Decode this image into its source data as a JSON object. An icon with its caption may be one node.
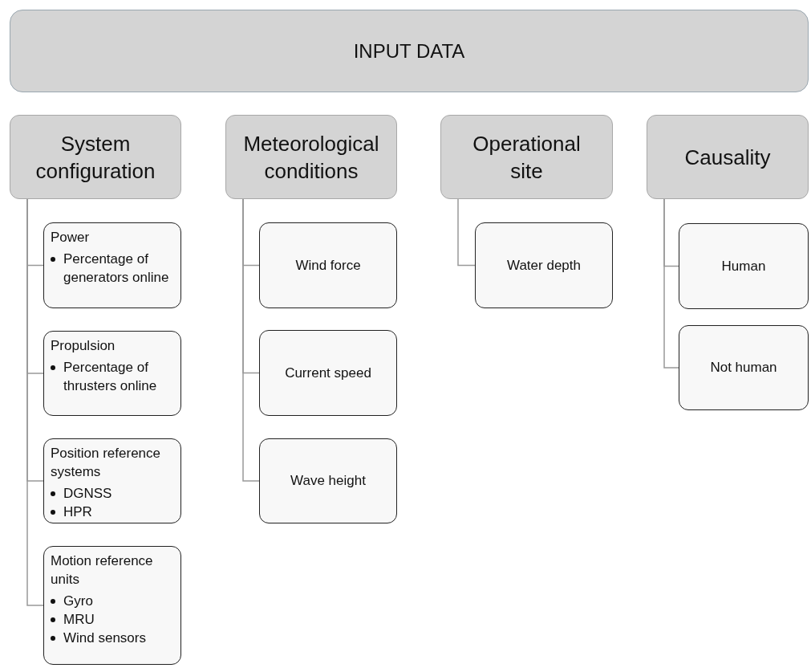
{
  "diagram": {
    "nodes": [
      {
        "text": [
          "INPUT DATA"
        ]
      },
      {
        "text": [
          "System configuration"
        ]
      },
      {
        "text": [
          "Power",
          "Percentage of generators online"
        ]
      },
      {
        "text": [
          "Propulsion",
          "Percentage of thrusters online"
        ]
      },
      {
        "text": [
          "Position reference systems",
          "DGNSS",
          "HPR"
        ]
      },
      {
        "text": [
          "Motion reference units",
          "Gyro",
          "MRU",
          "Wind sensors"
        ]
      },
      {
        "text": [
          "Meteorological conditions"
        ]
      },
      {
        "text": [
          "Wind force"
        ]
      },
      {
        "text": [
          "Current speed"
        ]
      },
      {
        "text": [
          "Wave height"
        ]
      },
      {
        "text": [
          "Operational site"
        ]
      },
      {
        "text": [
          "Water depth"
        ]
      },
      {
        "text": [
          "Causality"
        ]
      },
      {
        "text": [
          "Human"
        ]
      },
      {
        "text": [
          "Not human"
        ]
      }
    ],
    "edges": [
      {
        "from": 1,
        "to": 2,
        "arrow": "none"
      },
      {
        "from": 1,
        "to": 3,
        "arrow": "none"
      },
      {
        "from": 1,
        "to": 4,
        "arrow": "none"
      },
      {
        "from": 1,
        "to": 5,
        "arrow": "none"
      },
      {
        "from": 6,
        "to": 7,
        "arrow": "none"
      },
      {
        "from": 6,
        "to": 8,
        "arrow": "none"
      },
      {
        "from": 6,
        "to": 9,
        "arrow": "none"
      },
      {
        "from": 10,
        "to": 11,
        "arrow": "none"
      },
      {
        "from": 12,
        "to": 13,
        "arrow": "none"
      },
      {
        "from": 12,
        "to": 14,
        "arrow": "none"
      }
    ]
  }
}
